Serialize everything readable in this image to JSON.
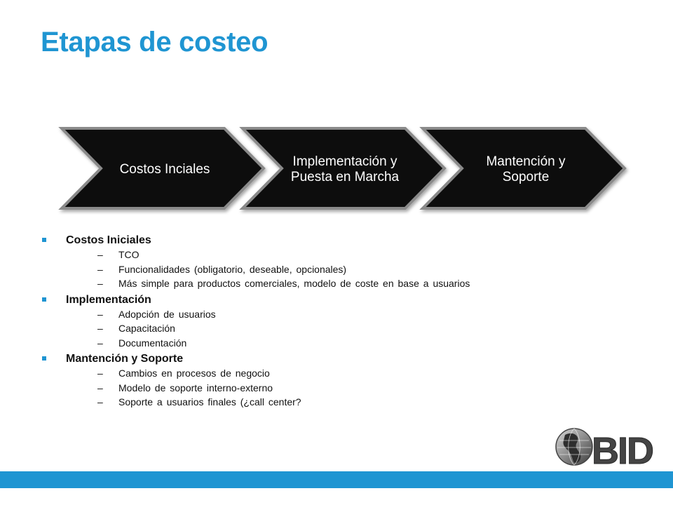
{
  "slide": {
    "title": "Etapas de costeo"
  },
  "process": {
    "steps": [
      {
        "label": "Costos Inciales"
      },
      {
        "label": "Implementación y Puesta en Marcha"
      },
      {
        "label": "Mantención y Soporte"
      }
    ]
  },
  "bullets": [
    {
      "title": "Costos Iniciales",
      "items": [
        "TCO",
        "Funcionalidades (obligatorio, deseable, opcionales)",
        "Más simple para productos comerciales, modelo de coste en base a usuarios"
      ]
    },
    {
      "title": "Implementación",
      "items": [
        "Adopción de usuarios",
        "Capacitación",
        "Documentación"
      ]
    },
    {
      "title": "Mantención y Soporte",
      "items": [
        "Cambios en procesos de negocio",
        "Modelo de soporte interno-externo",
        "Soporte a usuarios finales (¿call center?"
      ]
    }
  ],
  "logo": {
    "text": "BID"
  },
  "colors": {
    "accent": "#1f95d2",
    "chevron_fill": "#0d0d0d",
    "chevron_border": "#8a8a8a"
  },
  "glyphs": {
    "dash": "–"
  }
}
